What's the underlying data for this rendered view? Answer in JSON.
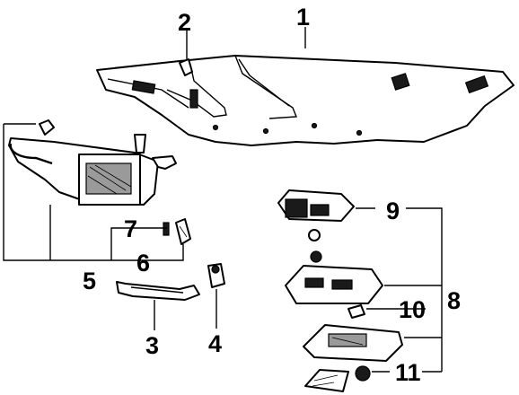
{
  "diagram": {
    "callouts": {
      "p1": "1",
      "p2": "2",
      "p3": "3",
      "p4": "4",
      "p5": "5",
      "p6": "6",
      "p7": "7",
      "p8": "8",
      "p9": "9",
      "p10": "10",
      "p11": "11"
    },
    "parts": [
      {
        "id": "headliner",
        "callout": "1"
      },
      {
        "id": "headliner-retainer",
        "callout": "2"
      },
      {
        "id": "grab-handle",
        "callout": "3"
      },
      {
        "id": "handle-clip",
        "callout": "4"
      },
      {
        "id": "sun-visor-assembly",
        "callout": "5"
      },
      {
        "id": "visor-support",
        "callout": "6"
      },
      {
        "id": "visor-screw",
        "callout": "7"
      },
      {
        "id": "overhead-console-assembly",
        "callout": "8"
      },
      {
        "id": "console-lamp-housing",
        "callout": "9"
      },
      {
        "id": "console-bulb",
        "callout": "10"
      },
      {
        "id": "console-trim-and-bulb",
        "callout": "11"
      }
    ],
    "colors": {
      "ink": "#000000",
      "paper": "#ffffff",
      "shade": "#9a9a9a"
    }
  }
}
